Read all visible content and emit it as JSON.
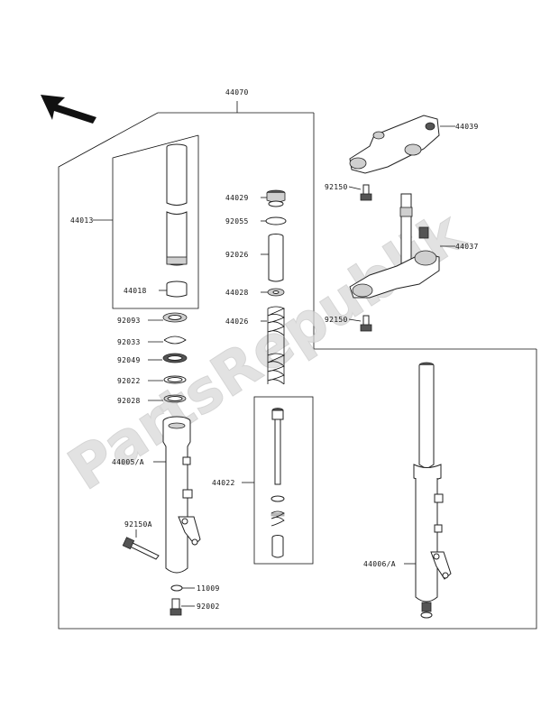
{
  "watermark": "PartsRepublik",
  "labels": {
    "p44070": "44070",
    "p44039": "44039",
    "p92150_top": "92150",
    "p44037": "44037",
    "p92150_mid": "92150",
    "p44013": "44013",
    "p44018": "44018",
    "p44029": "44029",
    "p92055": "92055",
    "p92026": "92026",
    "p44028": "44028",
    "p44026": "44026",
    "p92093": "92093",
    "p92033": "92033",
    "p92049": "92049",
    "p92022": "92022",
    "p92028": "92028",
    "p44005": "44005/A",
    "p44022": "44022",
    "p92150A": "92150A",
    "p11009": "11009",
    "p92002": "92002",
    "p44006": "44006/A"
  }
}
